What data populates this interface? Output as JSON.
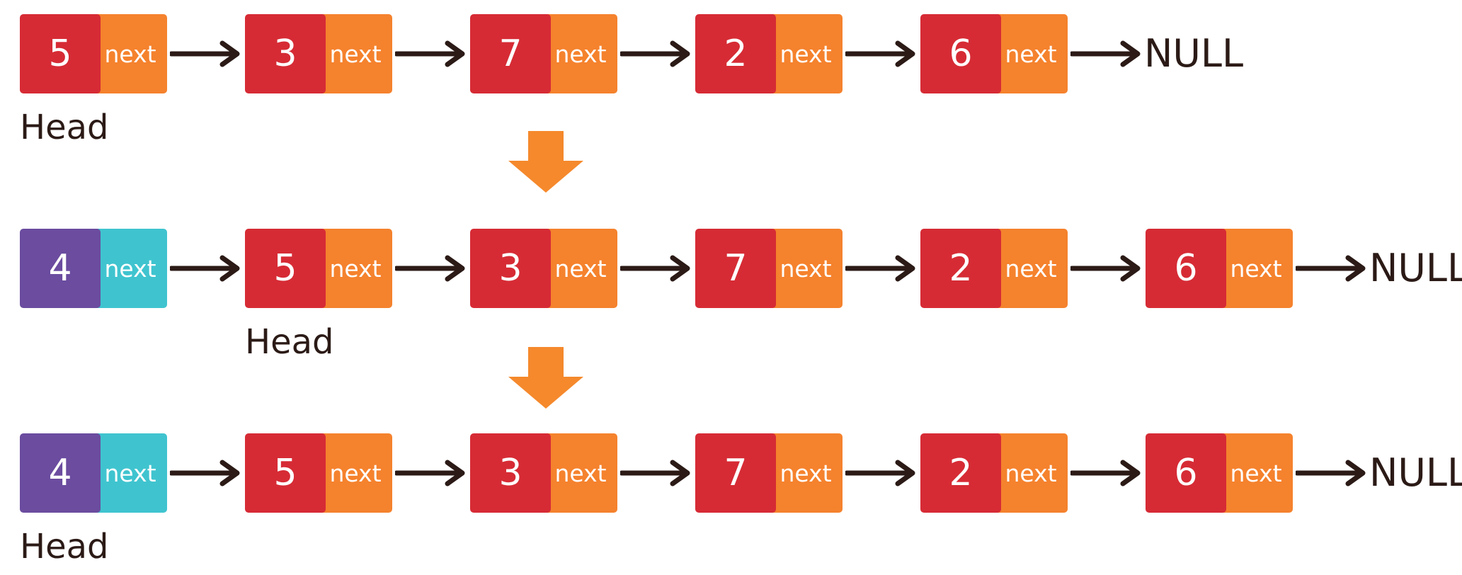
{
  "colors": {
    "data_box": "#d62b35",
    "next_box": "#f5822d",
    "new_data_box": "#6b4c9f",
    "new_next_box": "#3fc4cf",
    "arrow": "#2b1a16",
    "step_arrow": "#f5892c",
    "text_dark": "#2b1a16",
    "text_light": "#ffffff"
  },
  "rows": [
    {
      "nodes": [
        {
          "value": "5",
          "pointer": "next",
          "is_new": false
        },
        {
          "value": "3",
          "pointer": "next",
          "is_new": false
        },
        {
          "value": "7",
          "pointer": "next",
          "is_new": false
        },
        {
          "value": "2",
          "pointer": "next",
          "is_new": false
        },
        {
          "value": "6",
          "pointer": "next",
          "is_new": false
        }
      ],
      "terminal": "NULL",
      "head_label": "Head",
      "head_index": 0
    },
    {
      "nodes": [
        {
          "value": "4",
          "pointer": "next",
          "is_new": true
        },
        {
          "value": "5",
          "pointer": "next",
          "is_new": false
        },
        {
          "value": "3",
          "pointer": "next",
          "is_new": false
        },
        {
          "value": "7",
          "pointer": "next",
          "is_new": false
        },
        {
          "value": "2",
          "pointer": "next",
          "is_new": false
        },
        {
          "value": "6",
          "pointer": "next",
          "is_new": false
        }
      ],
      "terminal": "NULL",
      "head_label": "Head",
      "head_index": 1
    },
    {
      "nodes": [
        {
          "value": "4",
          "pointer": "next",
          "is_new": true
        },
        {
          "value": "5",
          "pointer": "next",
          "is_new": false
        },
        {
          "value": "3",
          "pointer": "next",
          "is_new": false
        },
        {
          "value": "7",
          "pointer": "next",
          "is_new": false
        },
        {
          "value": "2",
          "pointer": "next",
          "is_new": false
        },
        {
          "value": "6",
          "pointer": "next",
          "is_new": false
        }
      ],
      "terminal": "NULL",
      "head_label": "Head",
      "head_index": 0
    }
  ]
}
